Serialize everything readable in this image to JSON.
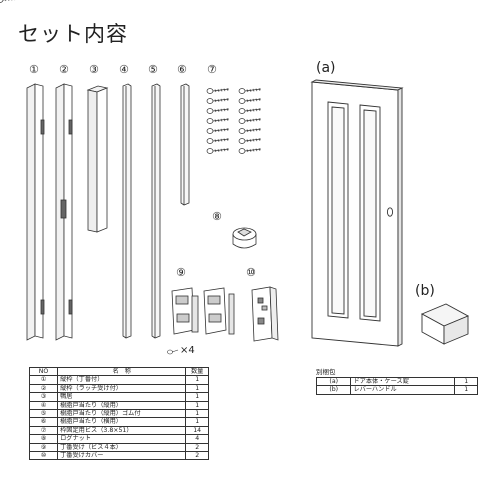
{
  "title": "セット内容",
  "part_numbers": [
    "①",
    "②",
    "③",
    "④",
    "⑤",
    "⑥",
    "⑦",
    "⑧",
    "⑨",
    "⑩"
  ],
  "door_label": "(a)",
  "handle_label": "(b)",
  "hinge_screws_qty": "×4",
  "parts_table": {
    "headers": {
      "no": "NO",
      "name": "名　称",
      "qty": "数量"
    },
    "rows": [
      {
        "no": "①",
        "name": "縦枠（丁番付）",
        "qty": "1"
      },
      {
        "no": "②",
        "name": "縦枠（ラッチ受け付）",
        "qty": "1"
      },
      {
        "no": "③",
        "name": "鴨居",
        "qty": "1"
      },
      {
        "no": "④",
        "name": "樹脂戸当たり（縦用）",
        "qty": "1"
      },
      {
        "no": "⑤",
        "name": "樹脂戸当たり（縦用）ゴム付",
        "qty": "1"
      },
      {
        "no": "⑥",
        "name": "樹脂戸当たり（横用）",
        "qty": "1"
      },
      {
        "no": "⑦",
        "name": "枠固定用ビス（3.8×51）",
        "qty": "14"
      },
      {
        "no": "⑧",
        "name": "ログナット",
        "qty": "4"
      },
      {
        "no": "⑨",
        "name": "丁番受け（ビス４本）",
        "qty": "2"
      },
      {
        "no": "⑩",
        "name": "丁番受けカバー",
        "qty": "2"
      }
    ]
  },
  "separate_package": {
    "caption": "別梱包",
    "rows": [
      {
        "code": "(a)",
        "name": "ドア本体・ケース錠",
        "qty": "1"
      },
      {
        "code": "(b)",
        "name": "レバーハンドル",
        "qty": "1"
      }
    ]
  }
}
